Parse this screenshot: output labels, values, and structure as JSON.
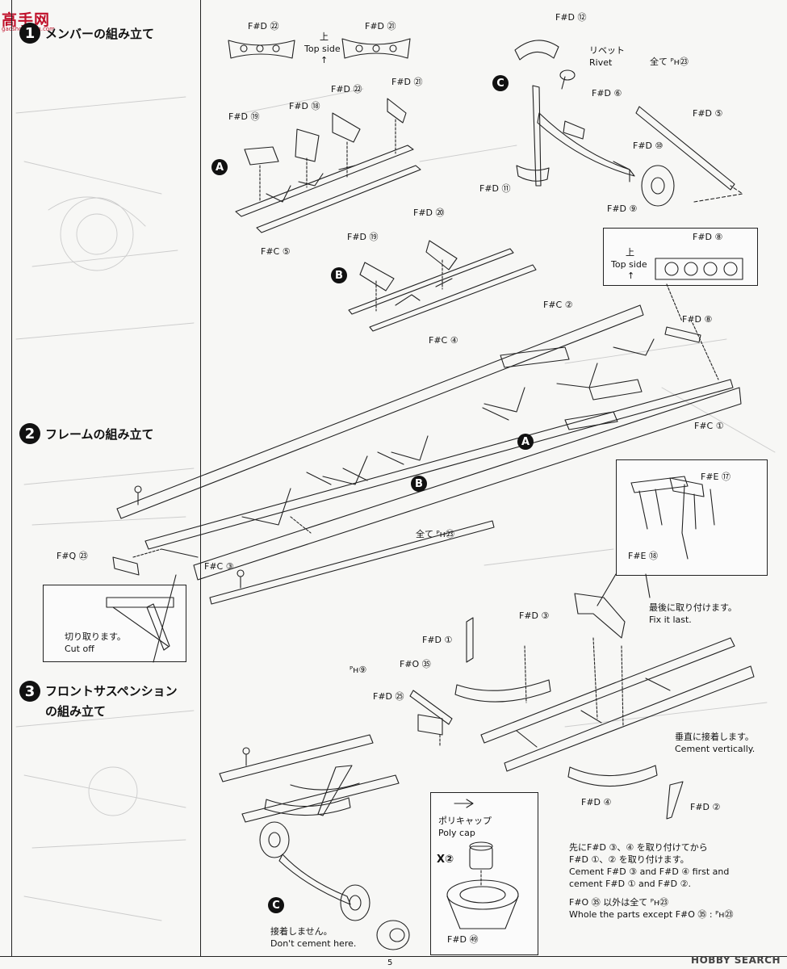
{
  "header": {
    "logo": "高手网",
    "logo_sub": "gaoshouwang.com"
  },
  "steps": [
    {
      "num": "1",
      "title": "メンバーの組み立て"
    },
    {
      "num": "2",
      "title": "フレームの組み立て"
    },
    {
      "num": "3",
      "title_line1": "フロントサスペンション",
      "title_line2": "の組み立て"
    }
  ],
  "subassy": {
    "a": "A",
    "b": "B",
    "c": "C"
  },
  "parts": {
    "fd22_top": "F#D ㉒",
    "fd21_top": "F#D ㉑",
    "top_side_jp": "上",
    "top_side_en": "Top side",
    "arrow_up": "↑",
    "fd22": "F#D ㉒",
    "fd21": "F#D ㉑",
    "fd18": "F#D ⑱",
    "fd19a": "F#D ⑲",
    "fc5": "F#C ⑤",
    "fd20": "F#D ⑳",
    "fd19b": "F#D ⑲",
    "fc4": "F#C ④",
    "fd12": "F#D ⑫",
    "rivet_jp": "リベット",
    "rivet_en": "Rivet",
    "all_ph23_c": "全て ᴾʜ㉓",
    "fd6": "F#D ⑥",
    "fd5": "F#D ⑤",
    "fd10": "F#D ⑩",
    "fd11": "F#D ⑪",
    "fd9": "F#D ⑨",
    "fd8_box": "F#D ⑧",
    "top_side2_jp": "上",
    "top_side2_en": "Top side",
    "arrow_up2": "↑",
    "fc2": "F#C ②",
    "fd8": "F#D ⑧",
    "fc1": "F#C ①",
    "fc3": "F#C ③",
    "all_ph23_frame": "全て ᴾʜ㉓",
    "fq23": "F#Q ㉓",
    "cutoff_jp": "切り取ります。",
    "cutoff_en": "Cut off",
    "fe17": "F#E ⑰",
    "fe18": "F#E ⑱",
    "fixlast_jp": "最後に取り付けます。",
    "fixlast_en": "Fix it last.",
    "fd3": "F#D ③",
    "fd1": "F#D ①",
    "ph9": "ᴾʜ⑨",
    "fo35": "F#O ㉟",
    "fd25": "F#D ㉕",
    "vert_jp": "垂直に接着します。",
    "vert_en": "Cement vertically.",
    "fd4": "F#D ④",
    "fd2": "F#D ②",
    "polycap_jp": "ポリキャップ",
    "polycap_en": "Poly cap",
    "x2": "X②",
    "fd49": "F#D ㊾",
    "nocement_jp": "接着しません。",
    "nocement_en": "Don't cement here.",
    "order_jp1": "先にF#D ③、④ を取り付けてから",
    "order_jp2": "F#D ①、② を取り付けます。",
    "order_en1": "Cement F#D ③ and F#D ④ first and",
    "order_en2": "cement F#D ① and F#D ②.",
    "except_jp": "F#O ㉟ 以外は全て ᴾʜ㉓",
    "except_en": "Whole the parts except F#O ㉟ : ᴾʜ㉓"
  },
  "footer": {
    "page": "5",
    "watermark": "HOBBY SEARCH"
  }
}
